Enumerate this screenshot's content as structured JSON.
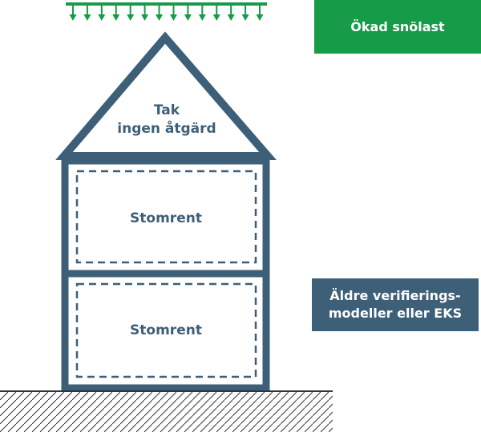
{
  "colors": {
    "structure": "#3d5f78",
    "snow": "#169b49",
    "ground_hatch": "#333333",
    "background": "#ffffff"
  },
  "diagram": {
    "snow_arrow_count": 14,
    "roof_label_line1": "Tak",
    "roof_label_line2": "ingen åtgärd",
    "upper_floor_label": "Stomrent",
    "lower_floor_label": "Stomrent"
  },
  "boxes": {
    "snow_load_label": "Ökad snölast",
    "verification_line1": "Äldre verifierings-",
    "verification_line2": "modeller eller EKS"
  }
}
